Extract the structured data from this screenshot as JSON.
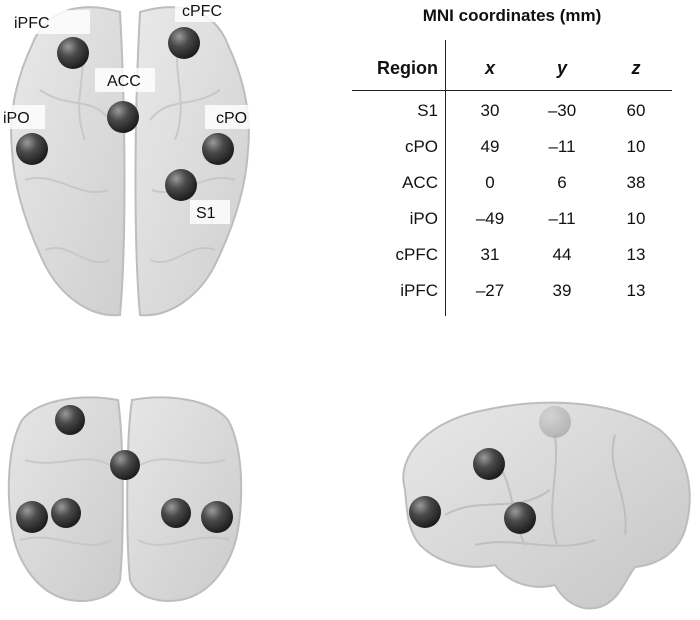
{
  "regions": [
    {
      "id": "S1",
      "x": "30",
      "y": "–30",
      "z": "60"
    },
    {
      "id": "cPO",
      "x": "49",
      "y": "–11",
      "z": "10"
    },
    {
      "id": "ACC",
      "x": "0",
      "y": "6",
      "z": "38"
    },
    {
      "id": "iPO",
      "x": "–49",
      "y": "–11",
      "z": "10"
    },
    {
      "id": "cPFC",
      "x": "31",
      "y": "44",
      "z": "13"
    },
    {
      "id": "iPFC",
      "x": "–27",
      "y": "39",
      "z": "13"
    }
  ],
  "table": {
    "title": "MNI coordinates (mm)",
    "headers": {
      "region": "Region",
      "x": "x",
      "y": "y",
      "z": "z"
    }
  },
  "labels": {
    "iPFC": "iPFC",
    "cPFC": "cPFC",
    "ACC": "ACC",
    "iPO": "iPO",
    "cPO": "cPO",
    "S1": "S1"
  },
  "colors": {
    "brain": "#d8d8d8",
    "node": "#3a3a3a",
    "background": "#ffffff"
  }
}
